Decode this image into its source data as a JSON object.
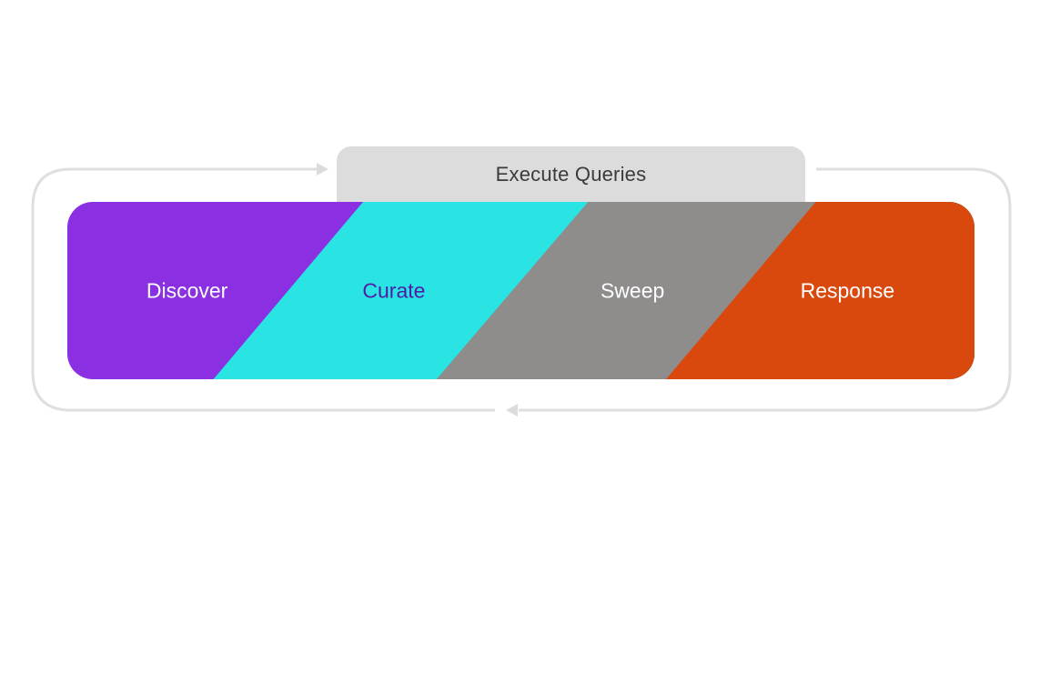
{
  "diagram": {
    "title_box": {
      "label": "Execute Queries",
      "background_color": "#dcdcdc",
      "text_color": "#3b3b3b"
    },
    "stages": [
      {
        "label": "Discover",
        "color": "#8b2fe3",
        "text_color": "#ffffff"
      },
      {
        "label": "Curate",
        "color": "#2ae3e3",
        "text_color": "#4e1ea8"
      },
      {
        "label": "Sweep",
        "color": "#8f8c8c",
        "text_color": "#ffffff"
      },
      {
        "label": "Response",
        "color": "#d9480c",
        "text_color": "#ffffff"
      }
    ],
    "loop": {
      "stroke_color": "#dfdfdf",
      "direction": "clockwise",
      "icons": [
        "arrow-right-icon",
        "arrow-left-icon"
      ]
    },
    "background_color": "#ffffff"
  }
}
